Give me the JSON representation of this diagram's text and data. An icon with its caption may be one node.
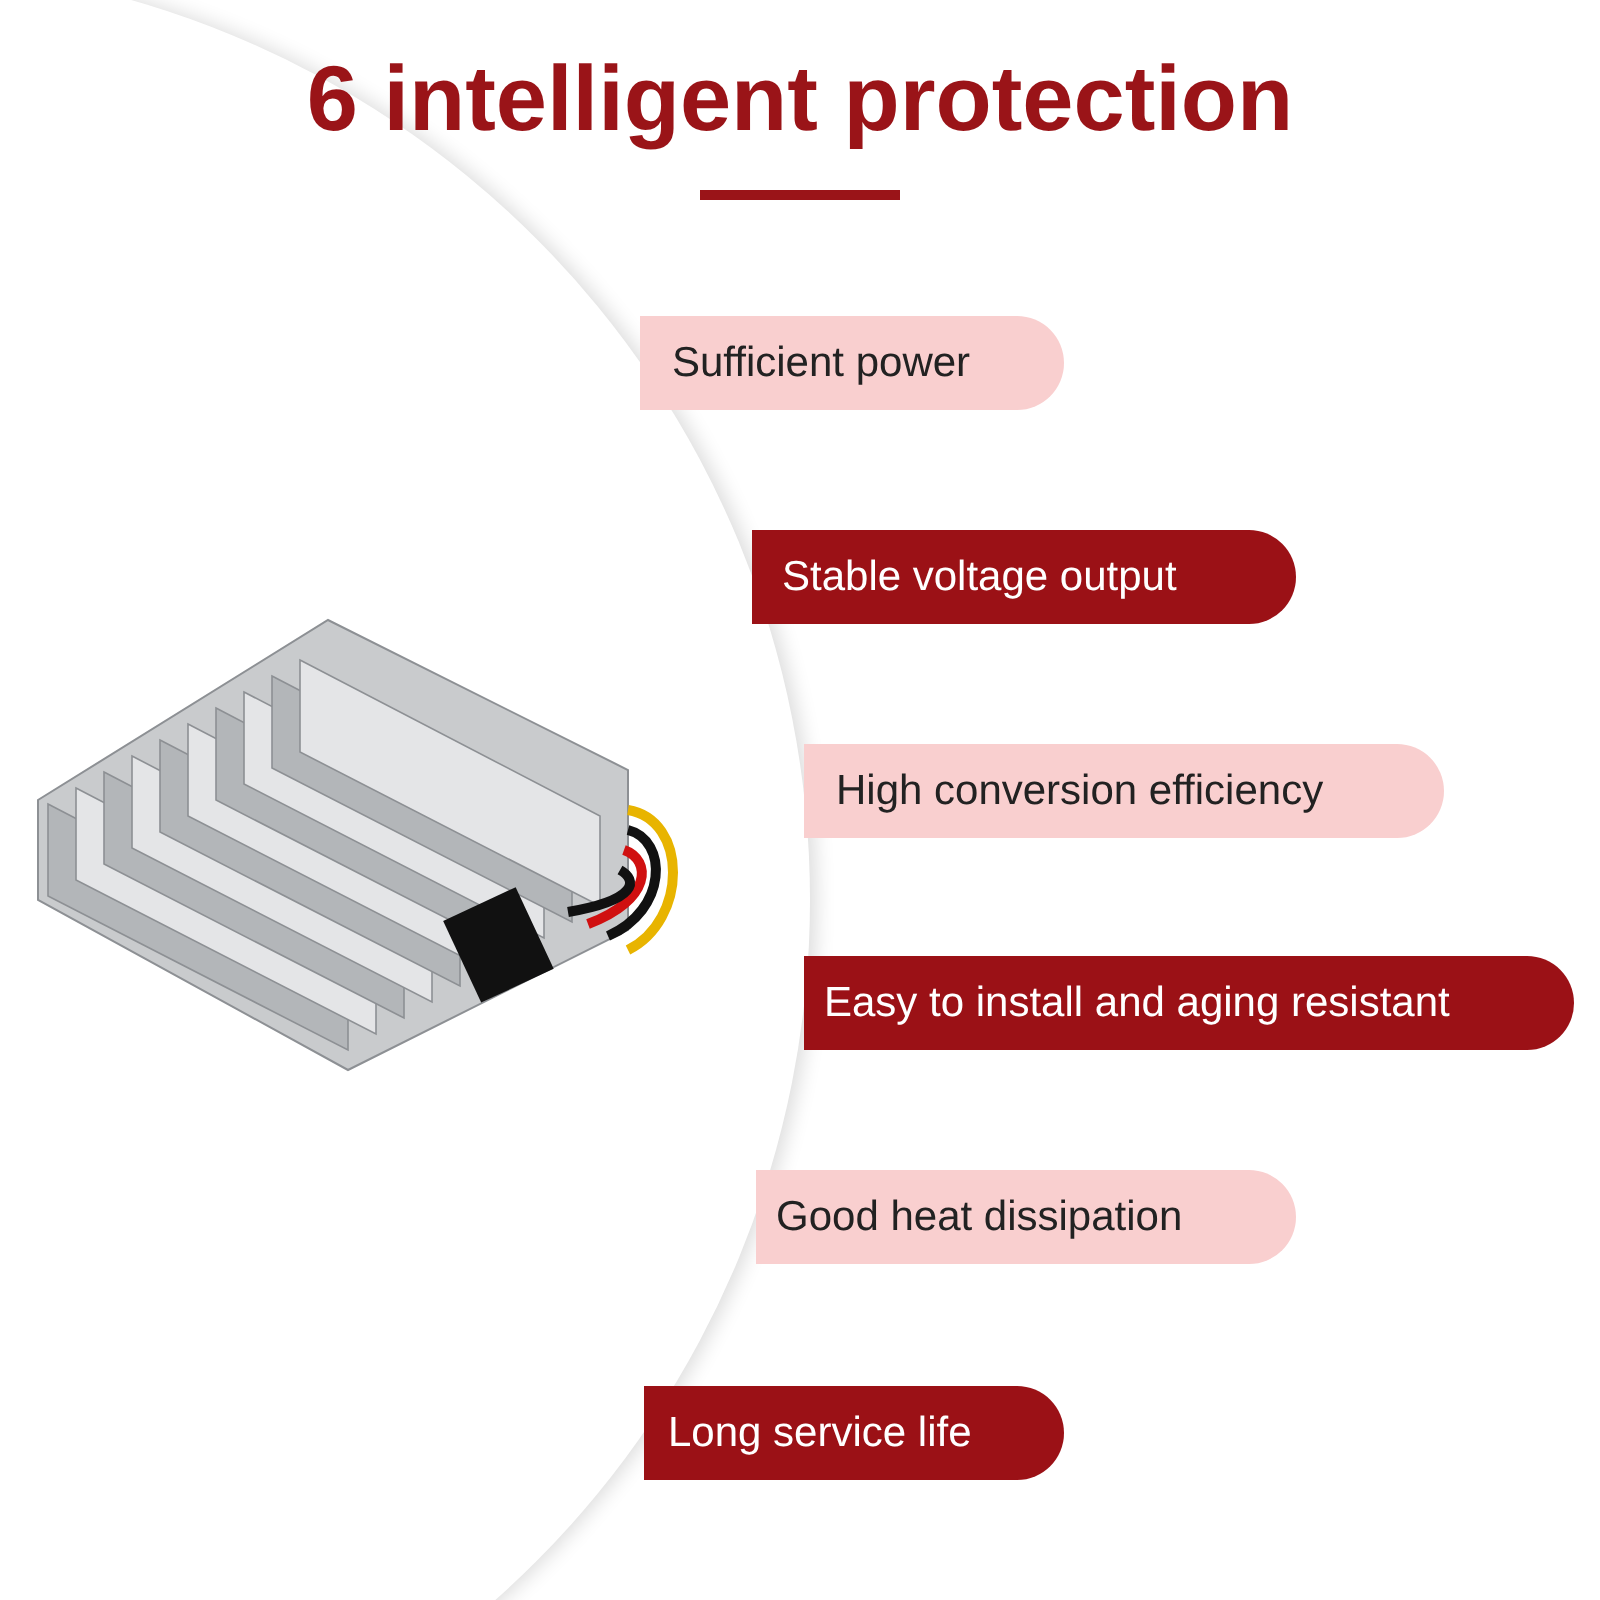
{
  "diagram": {
    "title": "6 intelligent protection",
    "nodes": [
      {
        "text": [
          "Sufficient power"
        ]
      },
      {
        "text": [
          "Stable voltage output"
        ]
      },
      {
        "text": [
          "High conversion efficiency"
        ]
      },
      {
        "text": [
          "Easy to install and aging resistant"
        ]
      },
      {
        "text": [
          "Good heat dissipation"
        ]
      },
      {
        "text": [
          "Long service life"
        ]
      }
    ]
  }
}
